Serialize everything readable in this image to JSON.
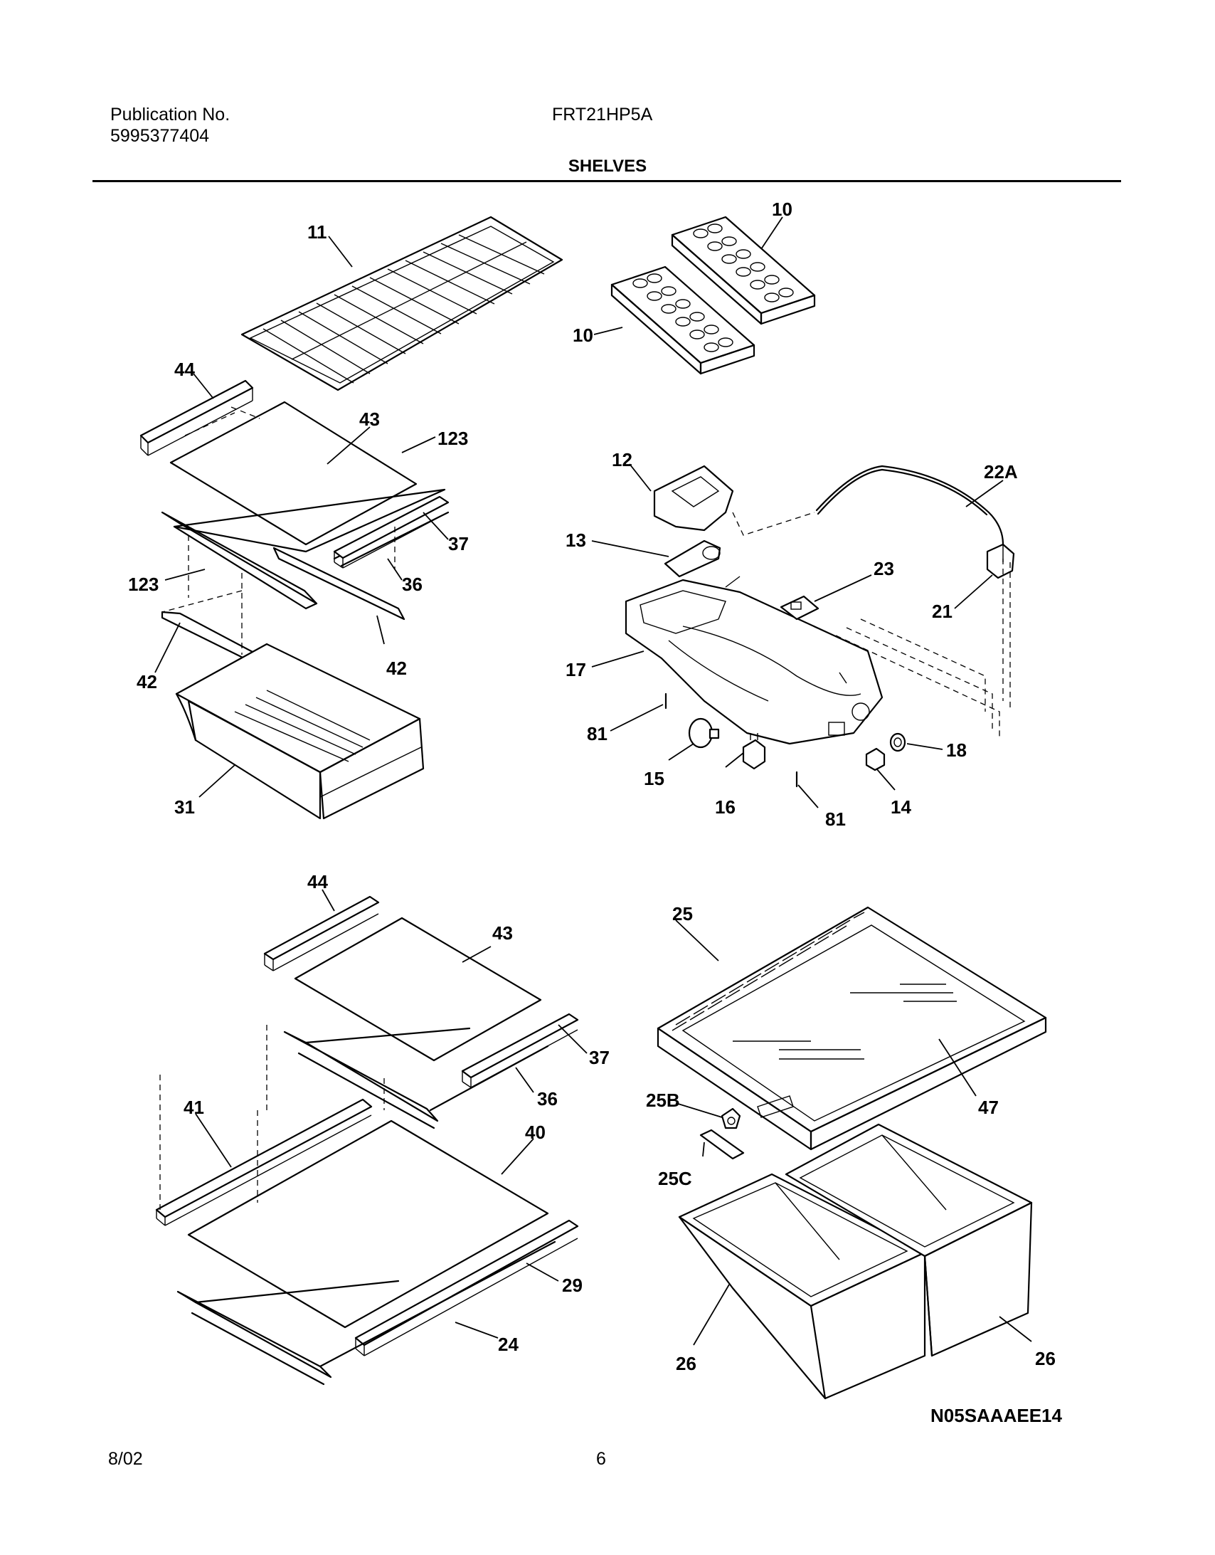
{
  "header": {
    "publication_label": "Publication No.",
    "publication_number": "5995377404",
    "model": "FRT21HP5A",
    "section_title": "SHELVES"
  },
  "footer": {
    "date": "8/02",
    "page_number": "6"
  },
  "diagram_code": "N05SAAAEE14",
  "callouts": [
    {
      "id": "c11",
      "text": "11"
    },
    {
      "id": "c10a",
      "text": "10"
    },
    {
      "id": "c10b",
      "text": "10"
    },
    {
      "id": "c44a",
      "text": "44"
    },
    {
      "id": "c43a",
      "text": "43"
    },
    {
      "id": "c123a",
      "text": "123"
    },
    {
      "id": "c37a",
      "text": "37"
    },
    {
      "id": "c36a",
      "text": "36"
    },
    {
      "id": "c123b",
      "text": "123"
    },
    {
      "id": "c42a",
      "text": "42"
    },
    {
      "id": "c42b",
      "text": "42"
    },
    {
      "id": "c31",
      "text": "31"
    },
    {
      "id": "c12",
      "text": "12"
    },
    {
      "id": "c22A",
      "text": "22A"
    },
    {
      "id": "c13",
      "text": "13"
    },
    {
      "id": "c23",
      "text": "23"
    },
    {
      "id": "c21",
      "text": "21"
    },
    {
      "id": "c17",
      "text": "17"
    },
    {
      "id": "c81a",
      "text": "81"
    },
    {
      "id": "c18",
      "text": "18"
    },
    {
      "id": "c15",
      "text": "15"
    },
    {
      "id": "c16",
      "text": "16"
    },
    {
      "id": "c81b",
      "text": "81"
    },
    {
      "id": "c14",
      "text": "14"
    },
    {
      "id": "c44b",
      "text": "44"
    },
    {
      "id": "c43b",
      "text": "43"
    },
    {
      "id": "c25",
      "text": "25"
    },
    {
      "id": "c37b",
      "text": "37"
    },
    {
      "id": "c36b",
      "text": "36"
    },
    {
      "id": "c41",
      "text": "41"
    },
    {
      "id": "c40",
      "text": "40"
    },
    {
      "id": "c25B",
      "text": "25B"
    },
    {
      "id": "c47",
      "text": "47"
    },
    {
      "id": "c25C",
      "text": "25C"
    },
    {
      "id": "c29",
      "text": "29"
    },
    {
      "id": "c24",
      "text": "24"
    },
    {
      "id": "c26a",
      "text": "26"
    },
    {
      "id": "c26b",
      "text": "26"
    }
  ]
}
